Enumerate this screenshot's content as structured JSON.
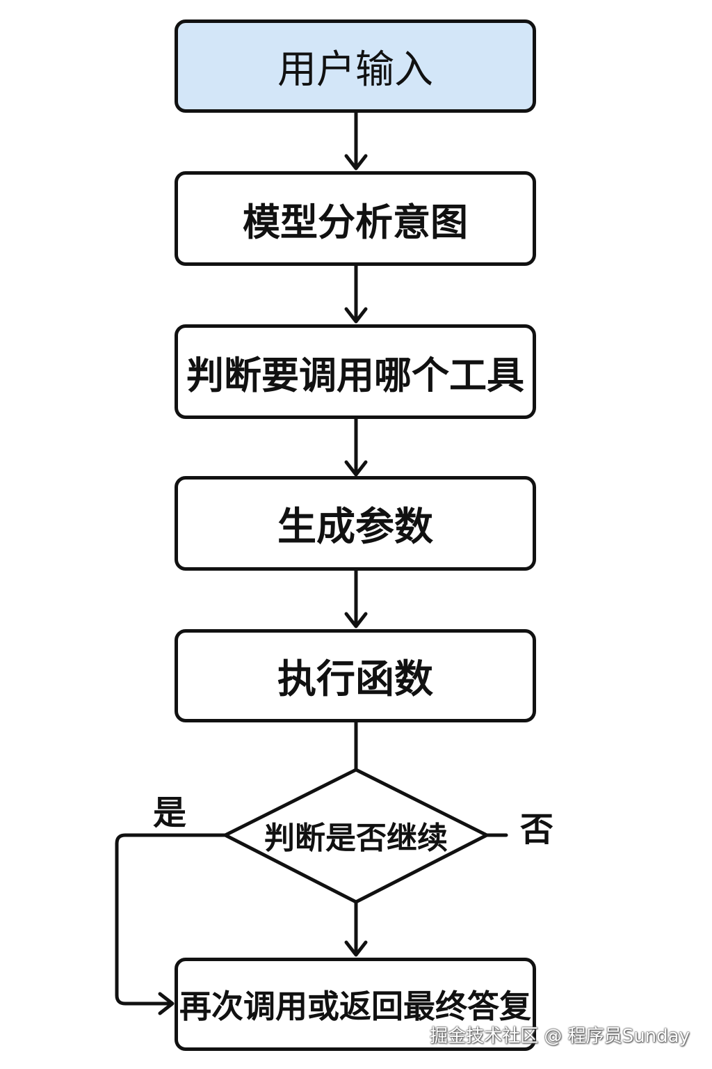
{
  "colors": {
    "start_fill": "#d3e6f8",
    "node_fill": "#ffffff",
    "stroke": "#111111"
  },
  "flow": {
    "step_user_input": "用户输入",
    "step_model_analyze": "模型分析意图",
    "step_choose_tool": "判断要调用哪个工具",
    "step_generate_params": "生成参数",
    "step_execute_function": "执行函数",
    "decision_continue": "判断是否继续",
    "branch_yes": "是",
    "branch_no": "否",
    "step_final": "再次调用或返回最终答复"
  },
  "watermark": "掘金技术社区 @ 程序员Sunday"
}
